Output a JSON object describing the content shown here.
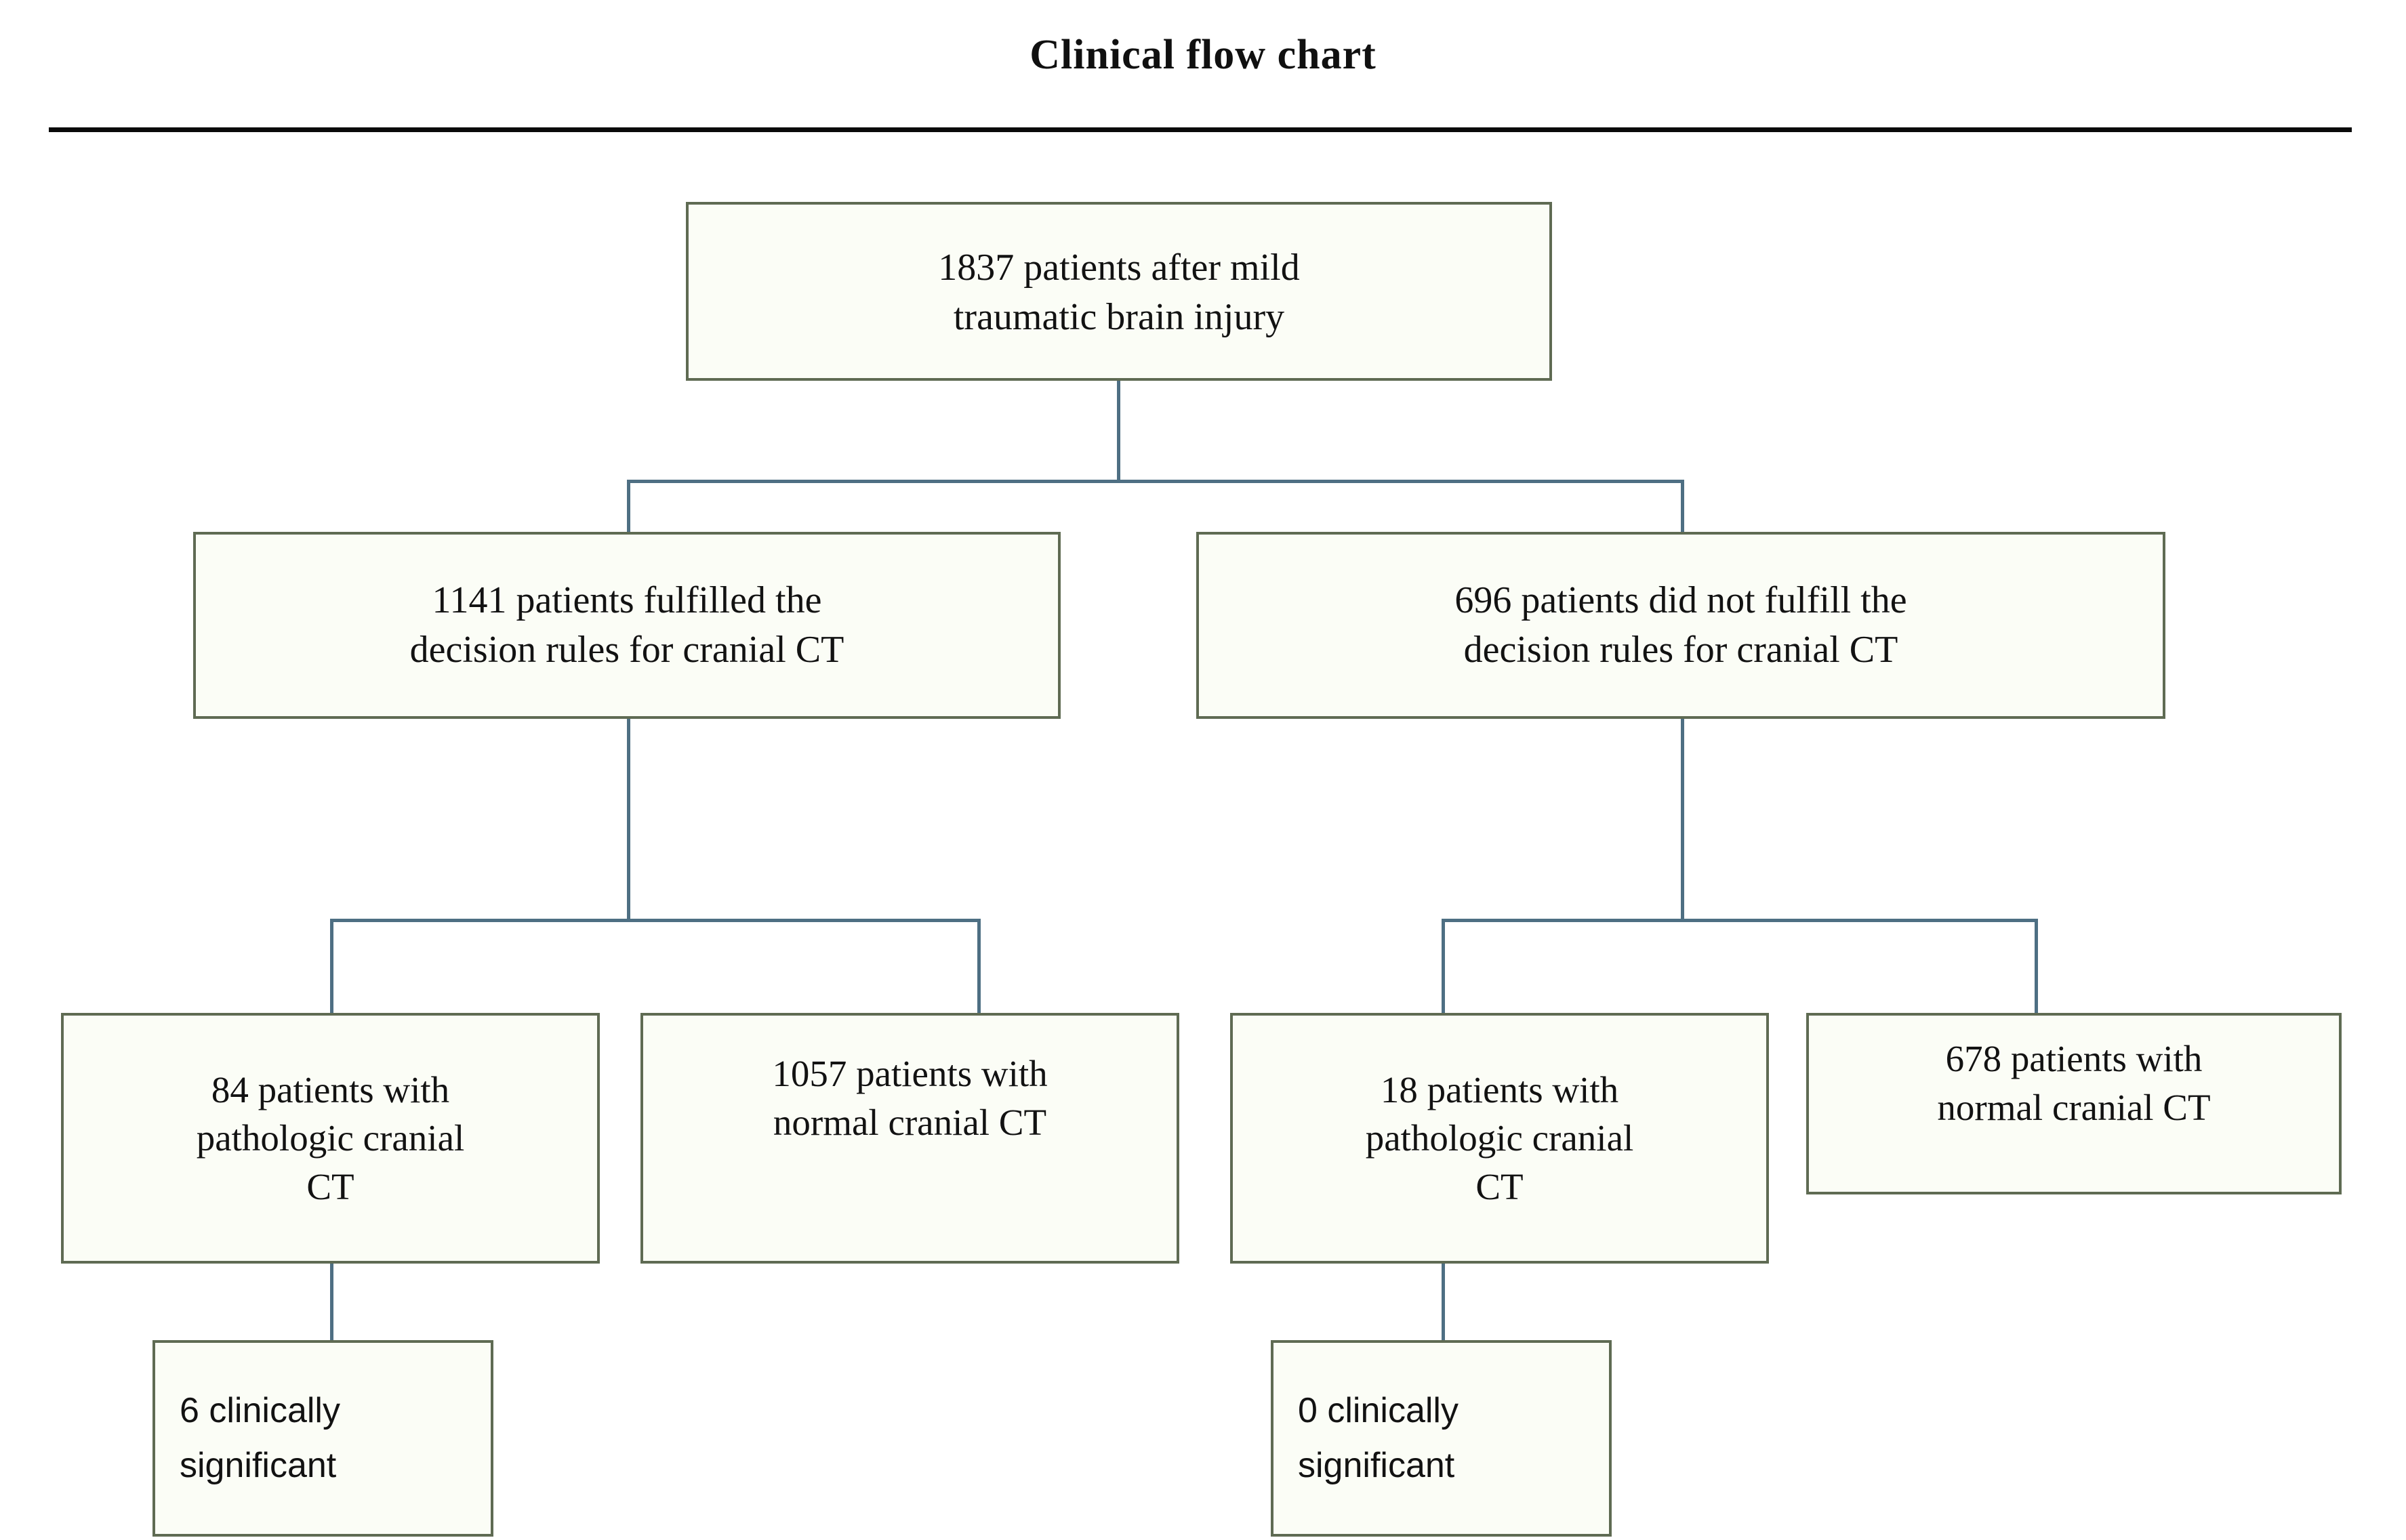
{
  "page": {
    "title": "Clinical flow chart",
    "accent_border": "#5f6b53",
    "connector_color": "#4e6f83",
    "box_fill": "#fbfdf6",
    "rule_color": "#0a0a0a"
  },
  "chart_data": {
    "type": "diagram",
    "diagram_kind": "clinical-flow-chart",
    "title": "Clinical flow chart",
    "nodes": [
      {
        "id": "n1",
        "level": 1,
        "count": 1837,
        "text": "1837  patients after mild traumatic brain injury",
        "line1": "1837  patients after mild",
        "line2": "traumatic  brain injury"
      },
      {
        "id": "n2a",
        "level": 2,
        "count": 1141,
        "text": "1141  patients fulfilled  the decision rules for cranial CT",
        "line1": "1141  patients fulfilled  the",
        "line2": "decision rules for cranial CT"
      },
      {
        "id": "n2b",
        "level": 2,
        "count": 696,
        "text": "696 patients did not fulfill  the decision rules for cranial CT",
        "line1": "696 patients did not fulfill  the",
        "line2": "decision rules for cranial CT"
      },
      {
        "id": "n3a",
        "level": 3,
        "count": 84,
        "text": "84  patients with pathologic cranial CT",
        "line1": "84  patients with",
        "line2": "pathologic cranial",
        "line3": "CT"
      },
      {
        "id": "n3b",
        "level": 3,
        "count": 1057,
        "text": "1057  patients with normal  cranial CT",
        "line1": "1057  patients with",
        "line2": "normal  cranial CT",
        "line3": ""
      },
      {
        "id": "n3c",
        "level": 3,
        "count": 18,
        "text": "18 patients with pathologic cranial CT",
        "line1": "18 patients with",
        "line2": "pathologic cranial",
        "line3": "CT"
      },
      {
        "id": "n3d",
        "level": 3,
        "count": 678,
        "text": "678  patients with normal  cranial CT",
        "line1": "678  patients with",
        "line2": "normal  cranial CT",
        "line3": ""
      },
      {
        "id": "n4a",
        "level": 4,
        "count": 6,
        "text": "6 clinically significant",
        "line1": "6 clinically",
        "line2": "significant"
      },
      {
        "id": "n4b",
        "level": 4,
        "count": 0,
        "text": "0 clinically significant",
        "line1": "0 clinically",
        "line2": "significant"
      }
    ],
    "edges": [
      {
        "from": "n1",
        "to": "n2a"
      },
      {
        "from": "n1",
        "to": "n2b"
      },
      {
        "from": "n2a",
        "to": "n3a"
      },
      {
        "from": "n2a",
        "to": "n3b"
      },
      {
        "from": "n2b",
        "to": "n3c"
      },
      {
        "from": "n2b",
        "to": "n3d"
      },
      {
        "from": "n3a",
        "to": "n4a"
      },
      {
        "from": "n3c",
        "to": "n4b"
      }
    ]
  }
}
